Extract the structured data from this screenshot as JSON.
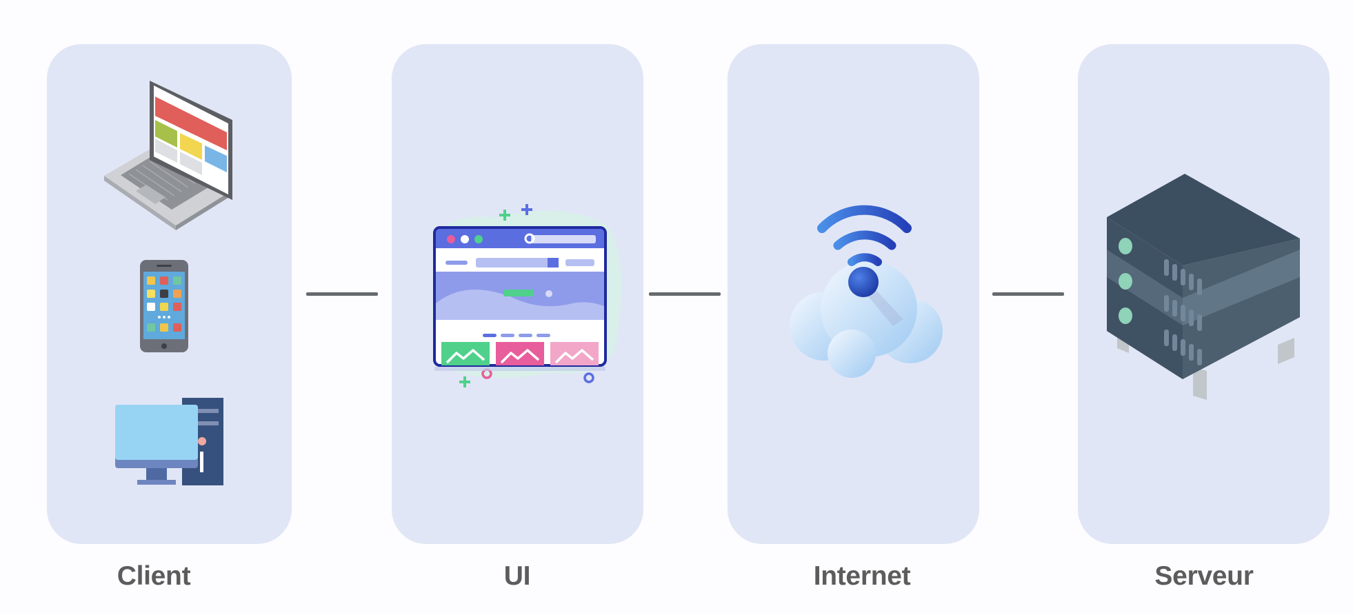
{
  "diagram": {
    "columns": [
      {
        "id": "client",
        "label": "Client",
        "icons": [
          "laptop-icon",
          "smartphone-icon",
          "desktop-computer-icon"
        ]
      },
      {
        "id": "ui",
        "label": "UI",
        "icons": [
          "web-interface-icon"
        ]
      },
      {
        "id": "internet",
        "label": "Internet",
        "icons": [
          "wifi-cloud-icon"
        ]
      },
      {
        "id": "serveur",
        "label": "Serveur",
        "icons": [
          "server-rack-icon"
        ]
      }
    ],
    "connectors": [
      {
        "from": "client",
        "to": "ui"
      },
      {
        "from": "ui",
        "to": "internet"
      },
      {
        "from": "internet",
        "to": "serveur"
      }
    ]
  },
  "colors": {
    "background": "#fdfcfe",
    "panel": "#e1e6f6",
    "connector": "#666a6e",
    "label": "#5c5c5c"
  }
}
